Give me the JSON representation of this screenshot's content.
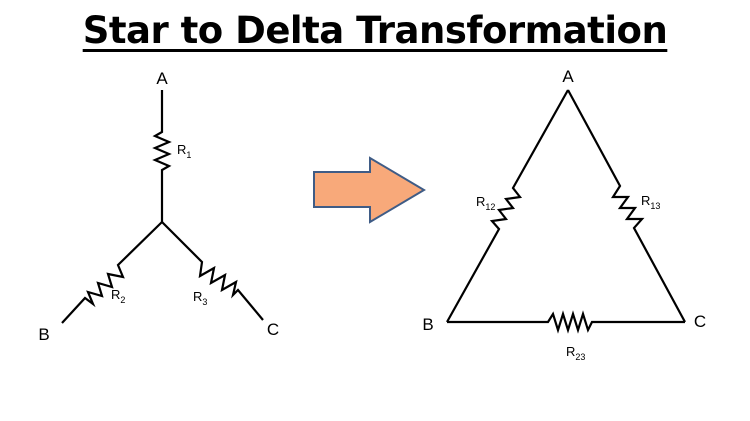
{
  "title": "Star to Delta Transformation",
  "star": {
    "nodes": {
      "a": "A",
      "b": "B",
      "c": "C"
    },
    "resistors": [
      {
        "base": "R",
        "sub": "1"
      },
      {
        "base": "R",
        "sub": "2"
      },
      {
        "base": "R",
        "sub": "3"
      }
    ]
  },
  "delta": {
    "nodes": {
      "a": "A",
      "b": "B",
      "c": "C"
    },
    "resistors": [
      {
        "base": "R",
        "sub": "12"
      },
      {
        "base": "R",
        "sub": "13"
      },
      {
        "base": "R",
        "sub": "23"
      }
    ]
  },
  "colors": {
    "arrow_fill": "#F8A97A",
    "arrow_stroke": "#3F5C86",
    "wire": "#000000"
  },
  "icons": {
    "arrow": "right-arrow-icon"
  }
}
